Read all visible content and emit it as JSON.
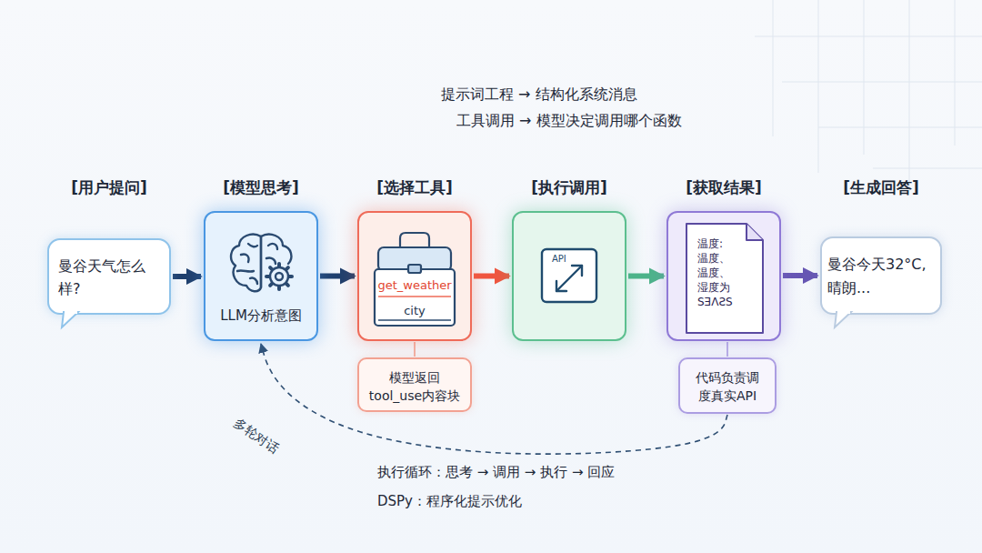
{
  "diagram": {
    "nodes": [
      {
        "text": [
          "[用户提问]",
          "曼谷天气怎么样?"
        ]
      },
      {
        "text": [
          "[模型思考]",
          "LLM分析意图"
        ]
      },
      {
        "text": [
          "[选择工具]",
          "get_weather",
          "city"
        ]
      },
      {
        "text": [
          "[执行调用]",
          "API"
        ]
      },
      {
        "text": [
          "[获取结果]",
          "温度: 温度、 温度、 湿度为 SƎɅƧS"
        ]
      },
      {
        "text": [
          "[生成回答]",
          "曼谷今天32°C, 晴朗..."
        ]
      },
      {
        "text": [
          "模型返回 tool_use内容块"
        ]
      },
      {
        "text": [
          "代码负责调度真实API"
        ]
      }
    ],
    "edges": [
      {
        "from": 0,
        "to": 1,
        "arrow": "to"
      },
      {
        "from": 1,
        "to": 2,
        "arrow": "to"
      },
      {
        "from": 2,
        "to": 3,
        "arrow": "to"
      },
      {
        "from": 3,
        "to": 4,
        "arrow": "to"
      },
      {
        "from": 4,
        "to": 5,
        "arrow": "to"
      },
      {
        "from": 2,
        "to": 6,
        "arrow": "none"
      },
      {
        "from": 4,
        "to": 7,
        "arrow": "none"
      },
      {
        "from": 7,
        "to": 1,
        "label": "多轮对话",
        "arrow": "to"
      }
    ],
    "labels": [
      "提示词工程 → 结构化系统消息",
      "工具调用 → 模型决定调用哪个函数",
      "执行循环：思考 → 调用 → 执行 → 回应",
      "DSPy：程序化提示优化"
    ]
  }
}
